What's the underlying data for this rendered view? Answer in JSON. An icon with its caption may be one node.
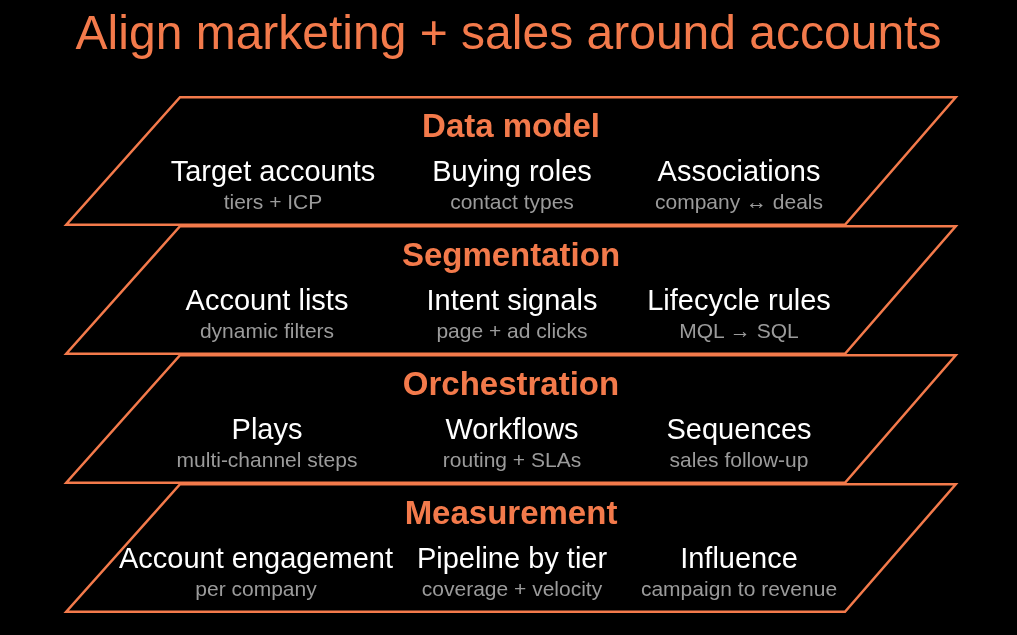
{
  "diagram": {
    "title": "Align marketing + sales around accounts",
    "nodes": [
      {
        "text": [
          "Data model",
          "Target accounts",
          "tiers + ICP",
          "Buying roles",
          "contact types",
          "Associations",
          "company ↔ deals"
        ]
      },
      {
        "text": [
          "Segmentation",
          "Account lists",
          "dynamic filters",
          "Intent signals",
          "page + ad clicks",
          "Lifecycle rules",
          "MQL → SQL"
        ]
      },
      {
        "text": [
          "Orchestration",
          "Plays",
          "multi-channel steps",
          "Workflows",
          "routing + SLAs",
          "Sequences",
          "sales follow-up"
        ]
      },
      {
        "text": [
          "Measurement",
          "Account engagement",
          "per company",
          "Pipeline by tier",
          "coverage + velocity",
          "Influence",
          "campaign to revenue"
        ]
      }
    ]
  }
}
